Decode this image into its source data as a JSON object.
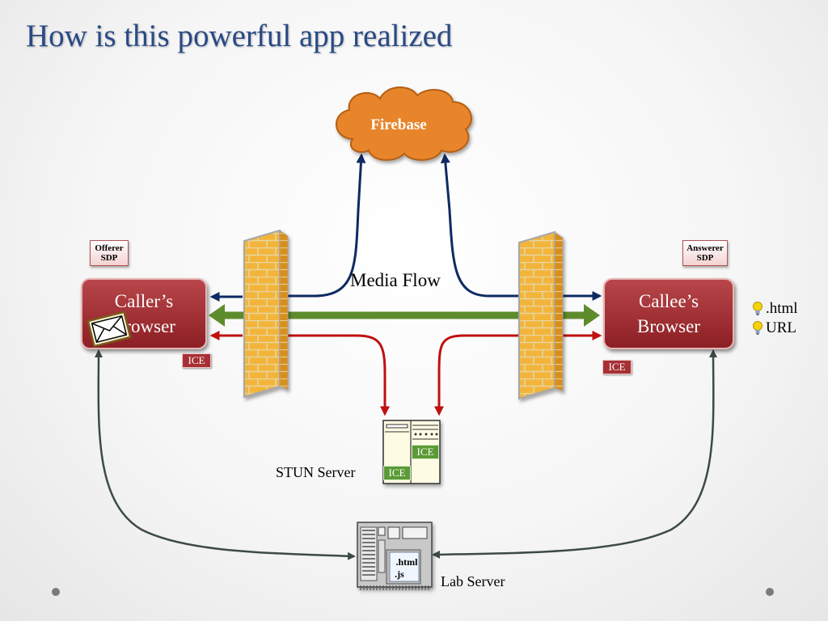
{
  "title": "How is this powerful app realized",
  "cloud": {
    "label": "Firebase"
  },
  "media_flow_label": "Media Flow",
  "caller": {
    "line1": "Caller’s",
    "line2": "Browser",
    "sdp_line1": "Offerer",
    "sdp_line2": "SDP",
    "ice": "ICE"
  },
  "callee": {
    "line1": "Callee’s",
    "line2": "Browser",
    "sdp_line1": "Answerer",
    "sdp_line2": "SDP",
    "ice": "ICE"
  },
  "hints": [
    ".html",
    "URL"
  ],
  "stun": {
    "label": "STUN Server",
    "ice_top": "ICE",
    "ice_bottom": "ICE"
  },
  "lab": {
    "label": "Lab Server",
    "file1": ".html",
    "file2": ".js"
  },
  "icons": [
    "cloud-icon",
    "firewall-icon",
    "envelope-icon",
    "lightbulb-icon",
    "server-icon"
  ],
  "colors": {
    "title": "#2a4a85",
    "cloud": "#e8852c",
    "browser": "#9c2d33",
    "signal_arrow": "#0f2a63",
    "media_arrow": "#5e8c2c",
    "ice_arrow": "#c01010",
    "lab_arrow": "#3c4a48",
    "firewall": "#f3b43a",
    "ice_green": "#5b9a36"
  }
}
